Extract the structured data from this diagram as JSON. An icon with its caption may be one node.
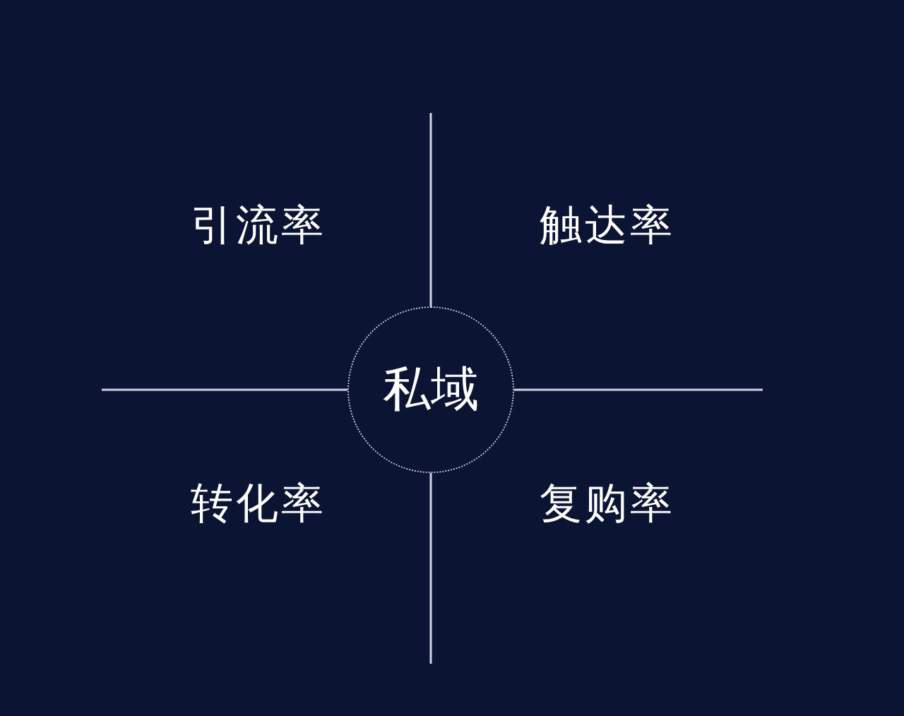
{
  "diagram": {
    "nodes": [
      {
        "text": [
          "私域"
        ]
      }
    ],
    "labels": [
      "引流率",
      "触达率",
      "转化率",
      "复购率"
    ]
  }
}
